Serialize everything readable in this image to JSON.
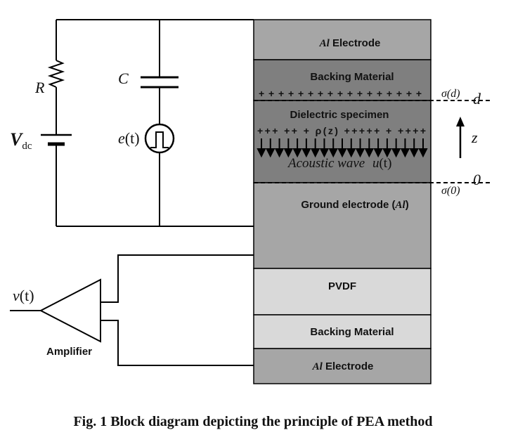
{
  "layers": {
    "top_electrode": {
      "prefix": "Al",
      "suffix": " Electrode",
      "fill": "#a6a6a6"
    },
    "backing_top": {
      "label": "Backing Material",
      "fill": "#7f7f7f"
    },
    "dielectric": {
      "label": "Dielectric specimen",
      "fill": "#7f7f7f"
    },
    "ground": {
      "label_pre": "Ground electrode (",
      "label_it": "Al",
      "label_post": ")",
      "fill": "#a6a6a6"
    },
    "pvdf": {
      "label": "PVDF",
      "fill": "#d9d9d9"
    },
    "backing_bottom": {
      "label": "Backing Material",
      "fill": "#d9d9d9"
    },
    "bottom_electrode": {
      "prefix": "Al",
      "suffix": " Electrode",
      "fill": "#a6a6a6"
    }
  },
  "charges": {
    "top_row": "+++++++++++++++++",
    "middle_row": "+++  ++  + ρ(z) +++++  + ++++"
  },
  "acoustic_wave": {
    "text": "Acoustic wave ",
    "var": "u",
    "arg": "(t)"
  },
  "surface_charges": {
    "top": "σ(d)",
    "bottom": "σ(0)"
  },
  "axis": {
    "top": "d",
    "bottom": "0",
    "arrow": "z"
  },
  "circuit": {
    "resistor": "R",
    "source_v": "V",
    "source_sub": "dc",
    "capacitor": "C",
    "pulse_e": "e",
    "pulse_arg": "(t)",
    "output_v": "v",
    "output_arg": "(t)",
    "amplifier": "Amplifier"
  },
  "caption": "Fig. 1 Block diagram depicting the principle of PEA method"
}
